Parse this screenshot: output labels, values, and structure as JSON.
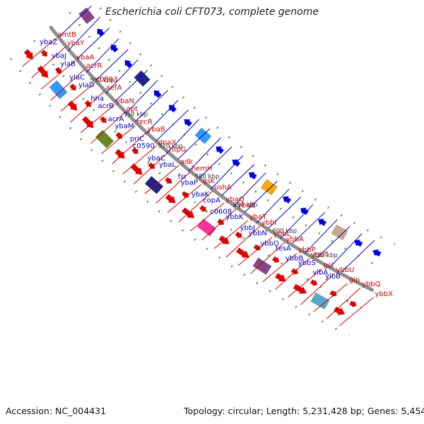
{
  "title": "Escherichia coli CFT073, complete genome",
  "footer": {
    "accession": "Accession: NC_004431",
    "topology": "Topology: circular; Length: 5,231,428 bp; Genes: 5,454"
  },
  "colors": {
    "backbone": "#8f8f8f",
    "plus": "#dd0000",
    "minus": "#0000dd",
    "tick": "#228822",
    "plus_label": "#cc0000",
    "minus_label": "#0000bb"
  },
  "ticks": [
    "550 kbp",
    "560 kbp",
    "570 kbp",
    "580 kbp",
    "590 kbp",
    "600 kbp",
    "610 kbp"
  ],
  "plus_genes": [
    "amtB",
    "ybaY",
    "ybaA",
    "acrR",
    "c0583",
    "aefA",
    "ybaN",
    "apt",
    "recR",
    "ybaB",
    "dnaX",
    "htpG",
    "adk",
    "hemH",
    "gsk",
    "ushA",
    "ybaQ",
    "ybaS",
    "ybaT",
    "ybbI",
    "ybbL",
    "ybbA",
    "ybbP",
    "ybbT",
    "gcl",
    "ybbU",
    "gip",
    "ybbQ",
    "ybbX"
  ],
  "minus_genes": [
    "ybaZ",
    "ybaJ",
    "ylaB",
    "ylaC",
    "ylaD",
    "hha",
    "acrB",
    "acrA",
    "ybaM",
    "priC",
    "c0590",
    "ybaC",
    "ybaL",
    "fsr",
    "ybaP",
    "ybaK",
    "copA",
    "c0608",
    "ybbK",
    "ybbJ",
    "ybbN",
    "ybbO",
    "tesA",
    "ybbB",
    "ybbS",
    "ylbA",
    "ylbB"
  ]
}
